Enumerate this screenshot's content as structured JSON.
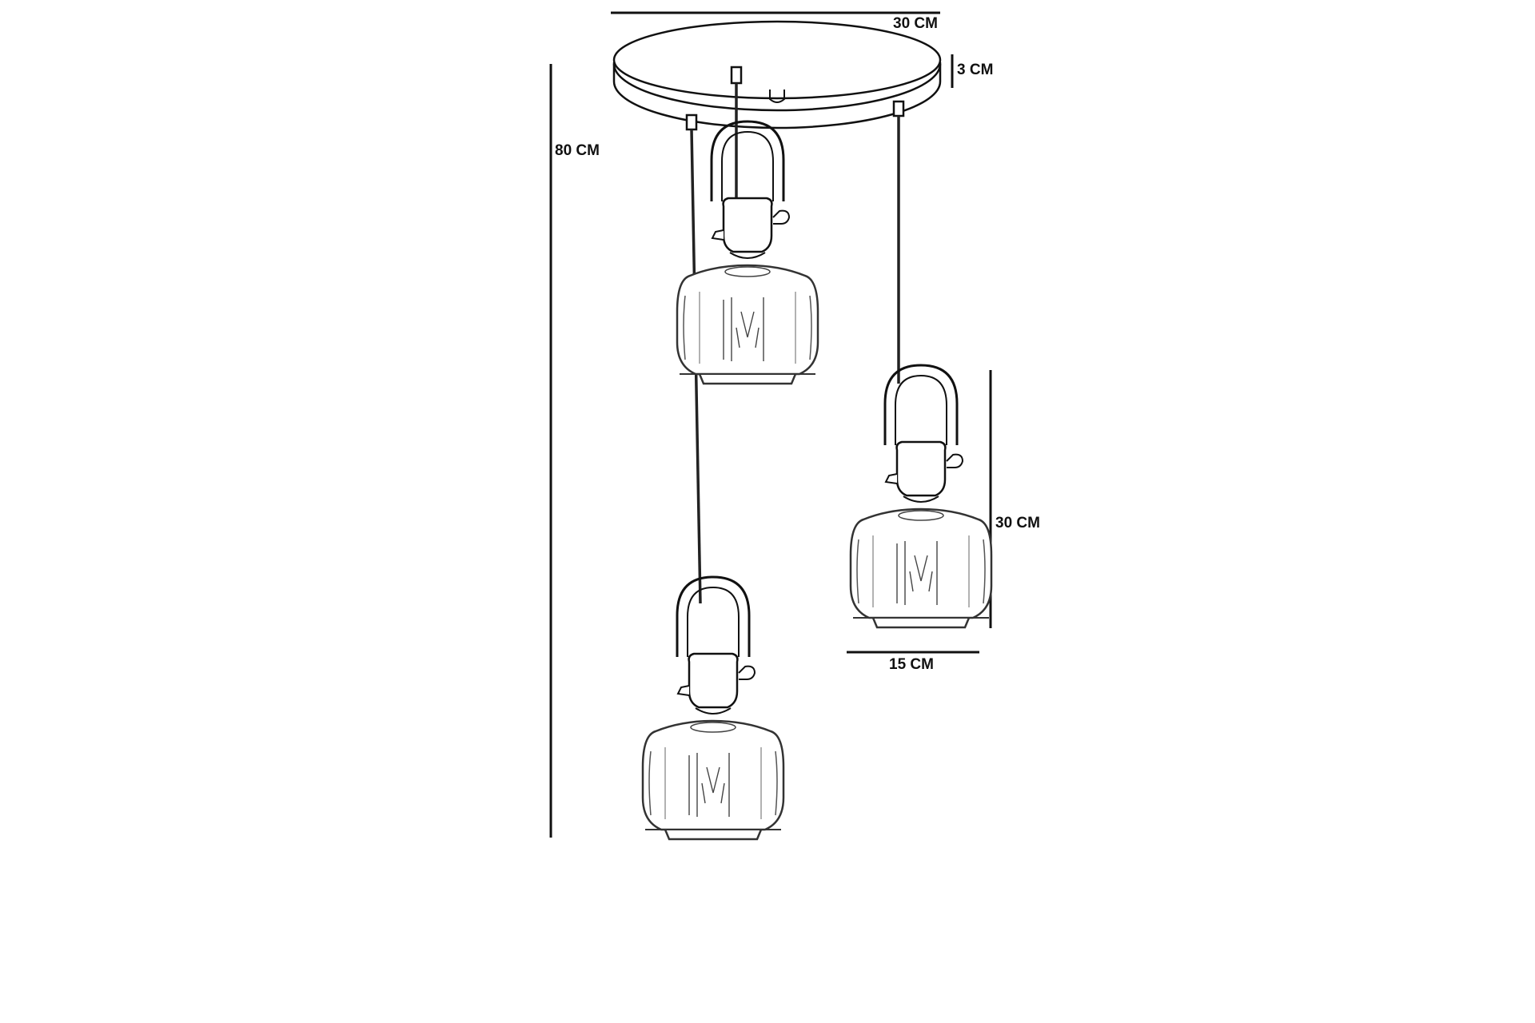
{
  "dimensions": {
    "canopy_width": "30 CM",
    "canopy_height": "3 CM",
    "overall_drop": "80 CM",
    "shade_height": "30 CM",
    "shade_width": "15 CM"
  },
  "colors": {
    "line": "#111111",
    "glass_line": "#333333",
    "background": "#ffffff"
  }
}
